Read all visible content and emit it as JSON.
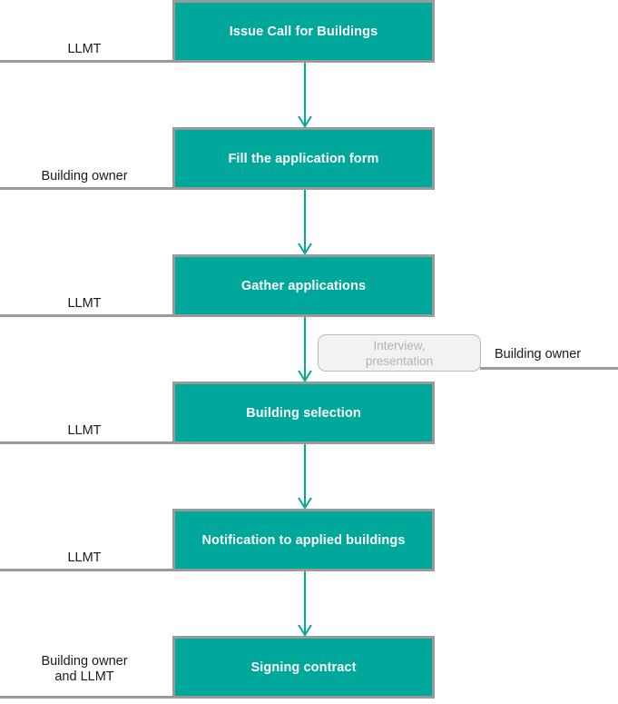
{
  "diagram": {
    "title": "Building selection process flowchart",
    "accent_color": "#00a79b",
    "rule_color": "#9a9a9a",
    "note_text_color": "#b3b3b3",
    "box_text_color": "#ffffff",
    "label_text_color": "#1a1a1a"
  },
  "steps": [
    {
      "id": "step-1",
      "label": "Issue Call for Buildings",
      "actor": "LLMT"
    },
    {
      "id": "step-2",
      "label": "Fill the application form",
      "actor": "Building owner"
    },
    {
      "id": "step-3",
      "label": "Gather applications",
      "actor": "LLMT"
    },
    {
      "id": "step-4",
      "label": "Building selection",
      "actor": "LLMT"
    },
    {
      "id": "step-5",
      "label": "Notification to applied buildings",
      "actor": "LLMT"
    },
    {
      "id": "step-6",
      "label": "Signing contract",
      "actor": "Building owner\nand LLMT"
    }
  ],
  "notes": [
    {
      "id": "note-interview",
      "label": "Interview,\npresentation",
      "actor": "Building owner"
    }
  ],
  "connectors": [
    {
      "from": "step-1",
      "to": "step-2",
      "style": "arrow-down"
    },
    {
      "from": "step-2",
      "to": "step-3",
      "style": "arrow-down"
    },
    {
      "from": "step-3",
      "to": "step-4",
      "style": "arrow-down"
    },
    {
      "from": "step-4",
      "to": "step-5",
      "style": "arrow-down"
    },
    {
      "from": "step-5",
      "to": "step-6",
      "style": "arrow-down"
    }
  ]
}
